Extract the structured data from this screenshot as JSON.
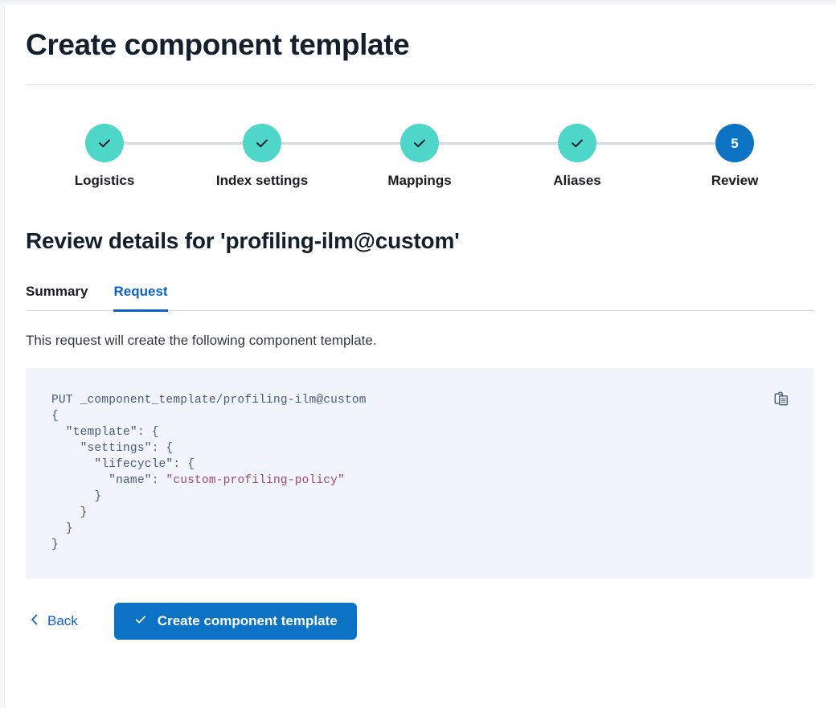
{
  "page": {
    "title": "Create component template"
  },
  "steps": [
    {
      "label": "Logistics",
      "state": "complete",
      "number": "1",
      "icon": "check-icon"
    },
    {
      "label": "Index settings",
      "state": "complete",
      "number": "2",
      "icon": "check-icon"
    },
    {
      "label": "Mappings",
      "state": "complete",
      "number": "3",
      "icon": "check-icon"
    },
    {
      "label": "Aliases",
      "state": "complete",
      "number": "4",
      "icon": "check-icon"
    },
    {
      "label": "Review",
      "state": "current",
      "number": "5",
      "icon": ""
    }
  ],
  "review": {
    "heading": "Review details for 'profiling-ilm@custom'",
    "tabs": [
      {
        "label": "Summary",
        "active": false
      },
      {
        "label": "Request",
        "active": true
      }
    ],
    "description": "This request will create the following component template.",
    "copy_icon": "copy-clipboard-icon",
    "request": {
      "method_line": "PUT _component_template/profiling-ilm@custom",
      "body_lines": [
        "{",
        "  \"template\": {",
        "    \"settings\": {",
        "      \"lifecycle\": {",
        "        \"name\": ",
        "      }",
        "    }",
        "  }",
        "}"
      ],
      "string_value": "\"custom-profiling-policy\""
    }
  },
  "actions": {
    "back_label": "Back",
    "back_icon": "chevron-left-icon",
    "create_label": "Create component template",
    "create_icon": "check-icon"
  },
  "colors": {
    "accent_blue": "#0b72c4",
    "link_blue": "#0b64c4",
    "step_complete": "#4ed6c8",
    "step_current": "#0c73c5",
    "connector": "#d3dae6",
    "code_bg": "#f0f4fb",
    "code_text": "#4a5a75",
    "code_string": "#a0496b"
  }
}
